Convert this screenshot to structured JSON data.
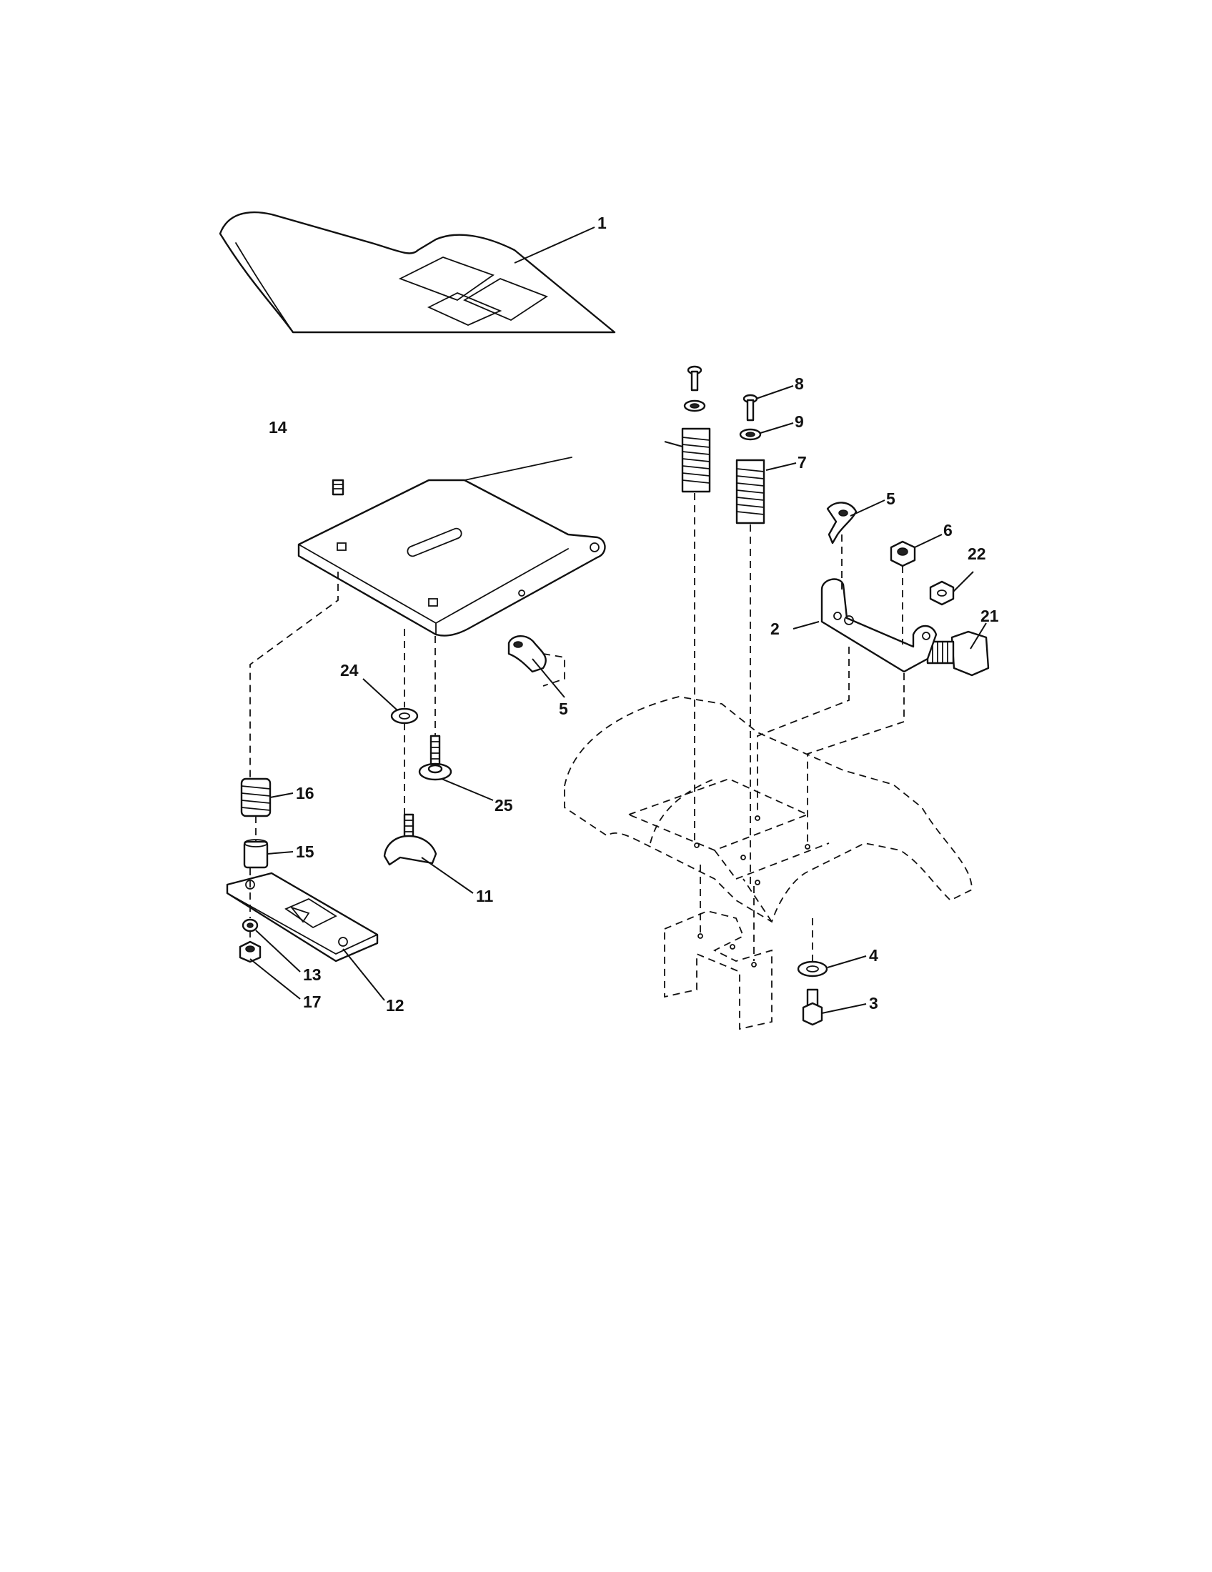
{
  "callouts": {
    "c1": "1",
    "c2": "2",
    "c3": "3",
    "c4": "4",
    "c5a": "5",
    "c5b": "5",
    "c6": "6",
    "c7": "7",
    "c8": "8",
    "c9": "9",
    "c11": "11",
    "c12": "12",
    "c13": "13",
    "c14": "14",
    "c15": "15",
    "c16": "16",
    "c17": "17",
    "c21": "21",
    "c22": "22",
    "c24": "24",
    "c25": "25"
  }
}
